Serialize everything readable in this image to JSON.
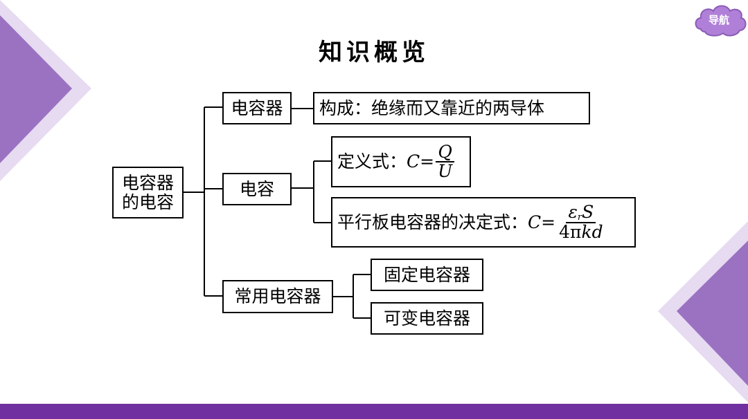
{
  "nav": {
    "label": "导航"
  },
  "title": "知识概览",
  "root": {
    "line1": "电容器",
    "line2": "的电容"
  },
  "branches": {
    "capacitor": {
      "label": "电容器",
      "leaf": "构成：绝缘而又靠近的两导体"
    },
    "capacitance": {
      "label": "电容",
      "definition": {
        "prefix": "定义式：",
        "lhs": "C=",
        "numerator": "Q",
        "denominator": "U"
      },
      "parallel_plate": {
        "prefix": "平行板电容器的决定式：",
        "lhs": "C=",
        "numerator_symbol": "ε",
        "numerator_sub": "r",
        "numerator_rest": "S",
        "denominator_coef": "4π",
        "denominator_rest": "kd"
      }
    },
    "common": {
      "label": "常用电容器",
      "leaves": [
        "固定电容器",
        "可变电容器"
      ]
    }
  },
  "colors": {
    "accent": "#7030a0",
    "triangle_main": "#9b72c2",
    "triangle_light": "#d9c8ea",
    "badge": "#b080d8"
  }
}
